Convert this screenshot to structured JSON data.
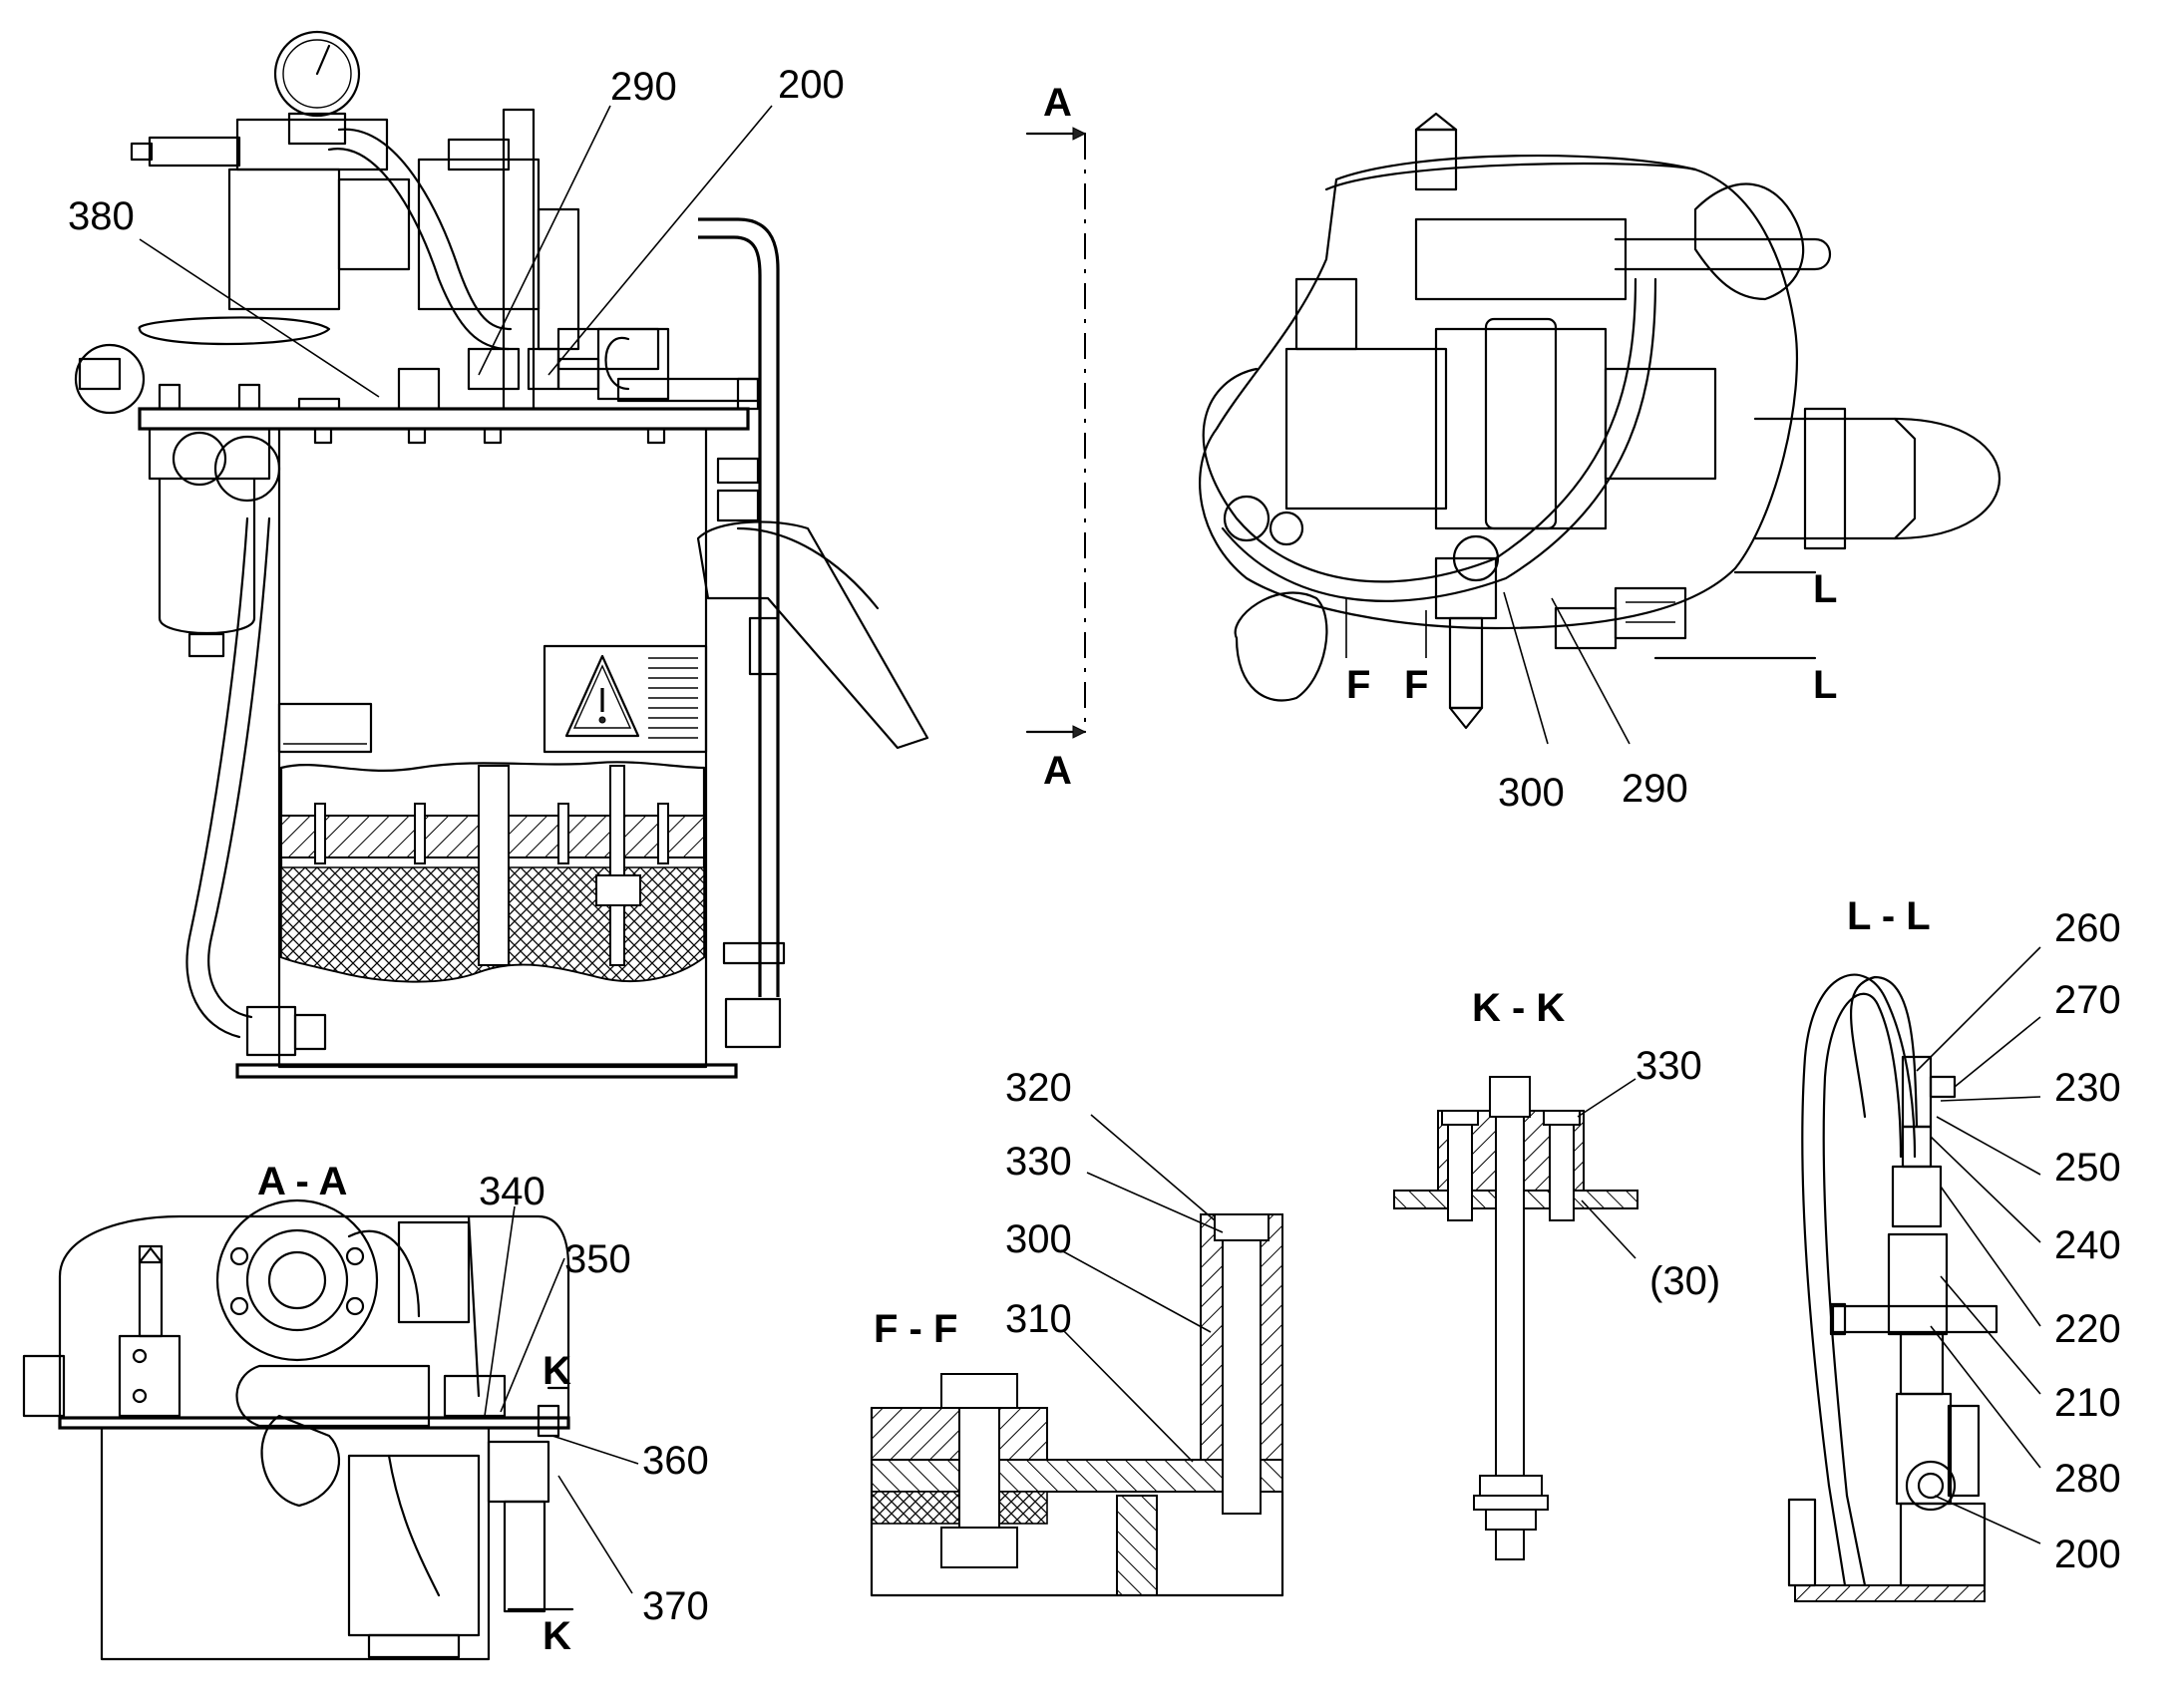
{
  "callouts_main": {
    "c380": "380",
    "c290": "290",
    "c200": "200"
  },
  "callouts_top": {
    "c300": "300",
    "c290": "290"
  },
  "section_marks": {
    "a_top": "A",
    "a_bottom": "A",
    "f1": "F",
    "f2": "F",
    "l_top": "L",
    "l_bottom": "L",
    "k_top": "K",
    "k_bottom": "K"
  },
  "section_titles": {
    "aa": "A - A",
    "ff": "F - F",
    "kk": "K - K",
    "ll": "L - L"
  },
  "callouts_aa": {
    "c340": "340",
    "c350": "350",
    "c360": "360",
    "c370": "370"
  },
  "callouts_ff": {
    "c320": "320",
    "c330": "330",
    "c300": "300",
    "c310": "310"
  },
  "callouts_kk": {
    "c330": "330",
    "c30": "(30)"
  },
  "callouts_ll": {
    "c260": "260",
    "c270": "270",
    "c230": "230",
    "c250": "250",
    "c240": "240",
    "c220": "220",
    "c210": "210",
    "c280": "280",
    "c200": "200"
  }
}
